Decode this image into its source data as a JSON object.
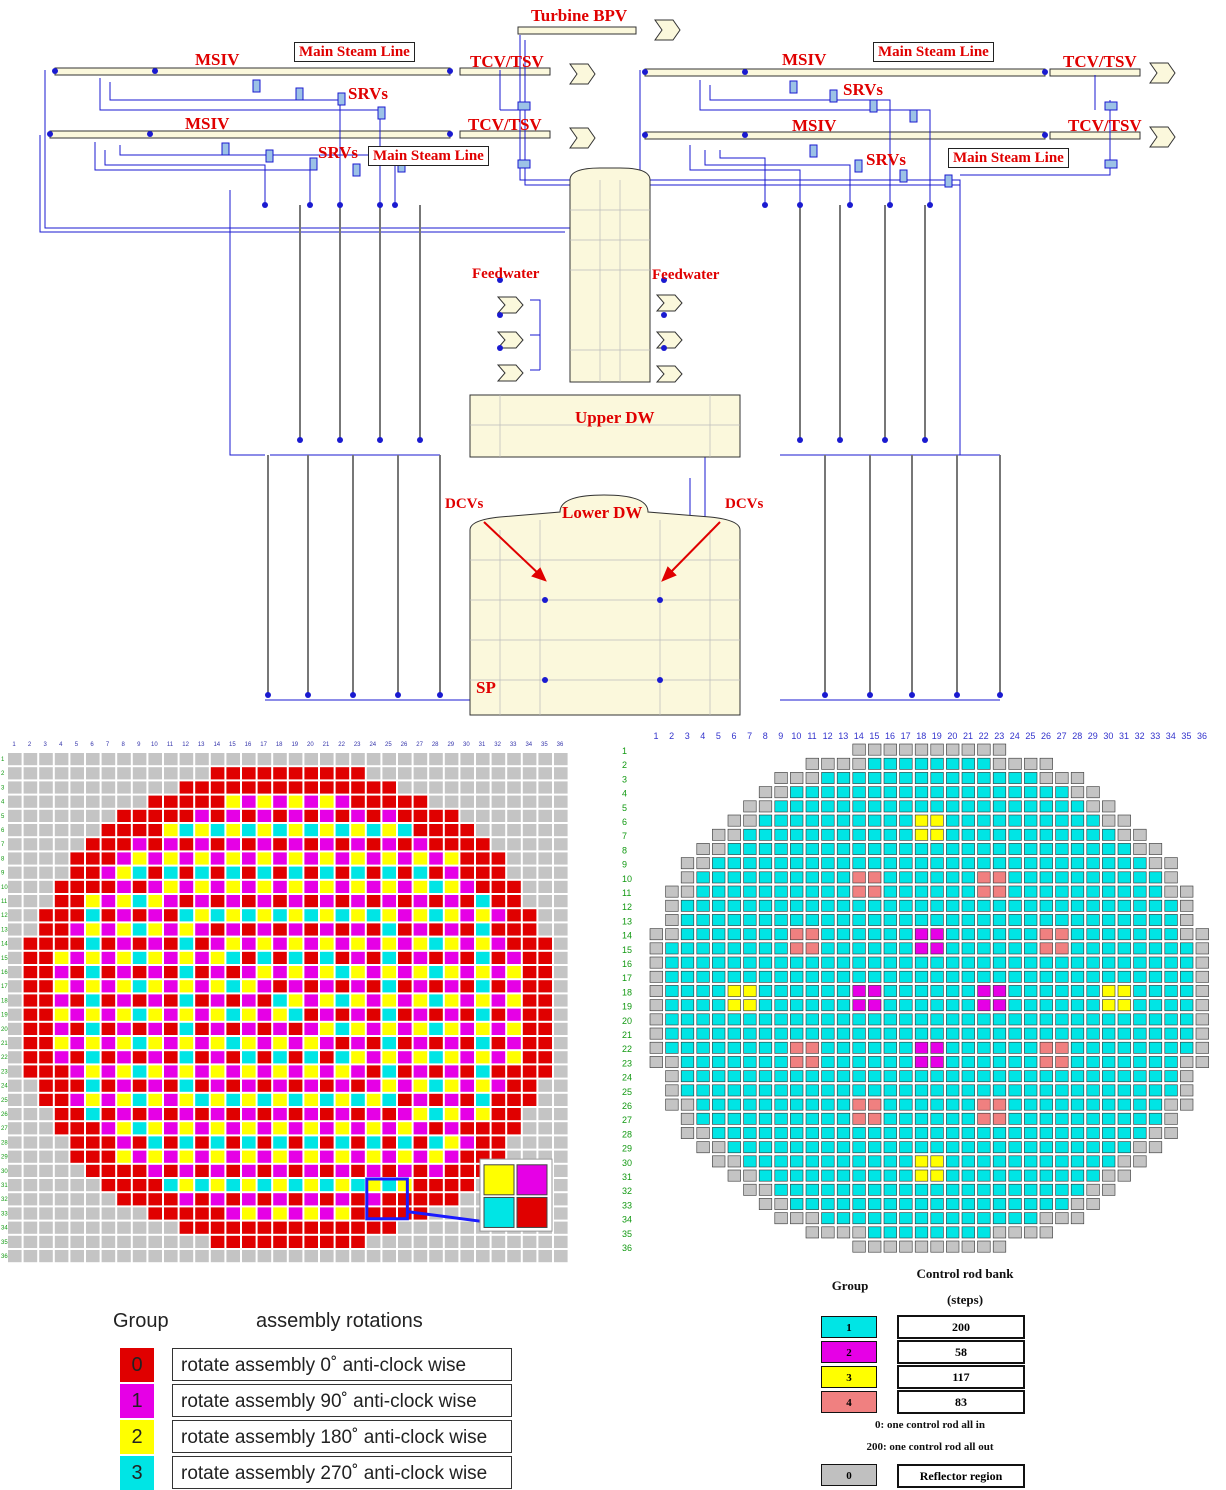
{
  "diagram": {
    "turbine_bpv": "Turbine BPV",
    "msiv": "MSIV",
    "main_steam_line": "Main Steam Line",
    "tcv_tsv": "TCV/TSV",
    "srvs": "SRVs",
    "feedwater": "Feedwater",
    "upper_dw": "Upper DW",
    "lower_dw": "Lower DW",
    "dcvs": "DCVs",
    "sp": "SP"
  },
  "left_map": {
    "group_header": "Group",
    "rotation_header": "assembly rotations",
    "legend": [
      {
        "value": "0",
        "label": "rotate assembly 0˚ anti-clock wise",
        "color": "#e00000"
      },
      {
        "value": "1",
        "label": "rotate assembly 90˚ anti-clock wise",
        "color": "#e600e6"
      },
      {
        "value": "2",
        "label": "rotate assembly 180˚ anti-clock wise",
        "color": "#ffff00"
      },
      {
        "value": "3",
        "label": "rotate assembly 270˚ anti-clock wise",
        "color": "#00e5e5"
      }
    ]
  },
  "right_map": {
    "group_header": "Group",
    "bank_header": "Control rod bank",
    "steps_header": "(steps)",
    "banks": [
      {
        "group": "1",
        "steps": "200",
        "color": "#00e5e5"
      },
      {
        "group": "2",
        "steps": "58",
        "color": "#e600e6"
      },
      {
        "group": "3",
        "steps": "117",
        "color": "#ffff00"
      },
      {
        "group": "4",
        "steps": "83",
        "color": "#f08080"
      }
    ],
    "note_in": "0: one control rod all in",
    "note_out": "200: one control rod all out",
    "reflector_group": "0",
    "reflector_label": "Reflector region"
  }
}
